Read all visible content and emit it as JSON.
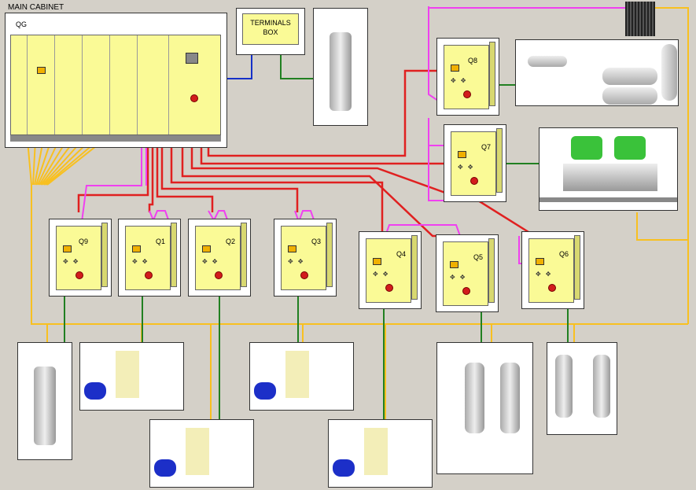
{
  "main_cabinet": {
    "caption": "MAIN CABINET",
    "qg_label": "QG"
  },
  "terminals_box": {
    "line1": "TERMINALS",
    "line2": "BOX"
  },
  "cabinets": [
    {
      "id": "q9",
      "label": "Q9"
    },
    {
      "id": "q1",
      "label": "Q1"
    },
    {
      "id": "q2",
      "label": "Q2"
    },
    {
      "id": "q3",
      "label": "Q3"
    },
    {
      "id": "q4",
      "label": "Q4"
    },
    {
      "id": "q5",
      "label": "Q5"
    },
    {
      "id": "q6",
      "label": "Q6"
    },
    {
      "id": "q7",
      "label": "Q7"
    },
    {
      "id": "q8",
      "label": "Q8"
    }
  ],
  "colors": {
    "power_line": "#e02020",
    "control_line": "#f040f0",
    "equipment_line": "#218021",
    "ground_line": "#f8c020",
    "terminal_line": "#1530c8",
    "cabinet_fill": "#fafa96",
    "background": "#d4d0c8"
  }
}
